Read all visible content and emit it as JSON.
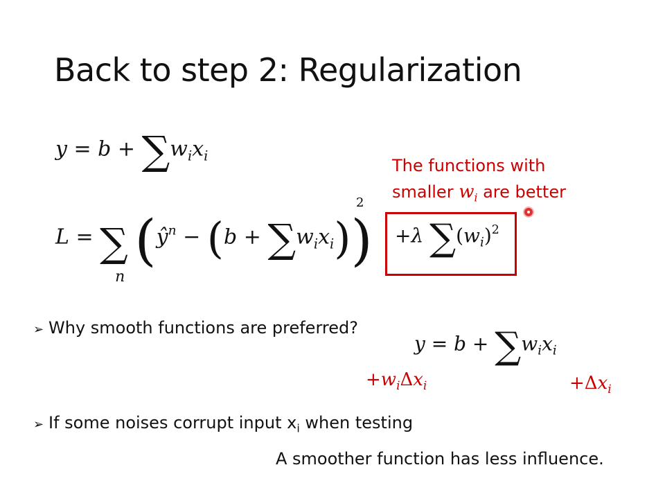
{
  "slide": {
    "title": "Back to step 2: Regularization",
    "note": {
      "line1": "The functions with",
      "line2_prefix": "smaller ",
      "line2_var": "w",
      "line2_sub": "i",
      "line2_suffix": " are better"
    },
    "bullets": [
      {
        "text": "Why smooth functions are preferred?"
      },
      {
        "text_prefix": "If some noises corrupt input x",
        "text_sub": "i",
        "text_suffix": " when testing"
      }
    ],
    "closing": "A smoother function has less influence.",
    "colors": {
      "accent": "#cc0000",
      "text": "#111111"
    },
    "icons": {
      "bullet": "arrow-bullet-icon",
      "pointer": "laser-pointer-icon"
    }
  }
}
